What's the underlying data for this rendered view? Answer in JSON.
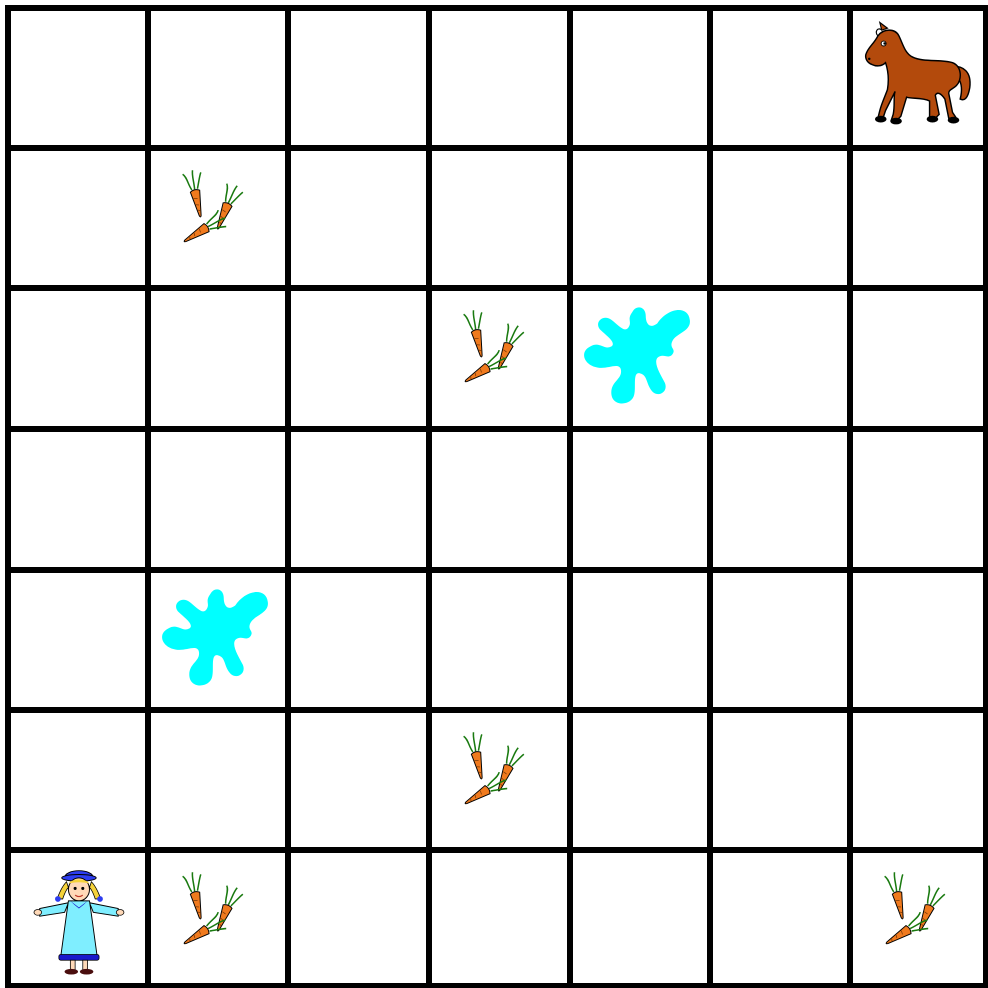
{
  "grid": {
    "rows": 7,
    "cols": 7,
    "line_color": "#000000",
    "background": "#ffffff"
  },
  "colors": {
    "water": "#00ffff",
    "carrot": "#f07a1e",
    "carrot_leaf": "#1a7a10",
    "horse_body": "#b34a0c",
    "girl_dress": "#7feeff",
    "girl_trim": "#1a1acc",
    "girl_hair": "#f5d23a"
  },
  "cells": [
    {
      "row": 0,
      "col": 6,
      "item": "horse",
      "icon": "horse-icon"
    },
    {
      "row": 1,
      "col": 1,
      "item": "carrots",
      "icon": "carrots-icon"
    },
    {
      "row": 2,
      "col": 3,
      "item": "carrots",
      "icon": "carrots-icon"
    },
    {
      "row": 2,
      "col": 4,
      "item": "water",
      "icon": "water-puddle-icon"
    },
    {
      "row": 4,
      "col": 1,
      "item": "water",
      "icon": "water-puddle-icon"
    },
    {
      "row": 5,
      "col": 3,
      "item": "carrots",
      "icon": "carrots-icon"
    },
    {
      "row": 6,
      "col": 0,
      "item": "girl",
      "icon": "girl-icon"
    },
    {
      "row": 6,
      "col": 1,
      "item": "carrots",
      "icon": "carrots-icon"
    },
    {
      "row": 6,
      "col": 6,
      "item": "carrots",
      "icon": "carrots-icon"
    }
  ]
}
